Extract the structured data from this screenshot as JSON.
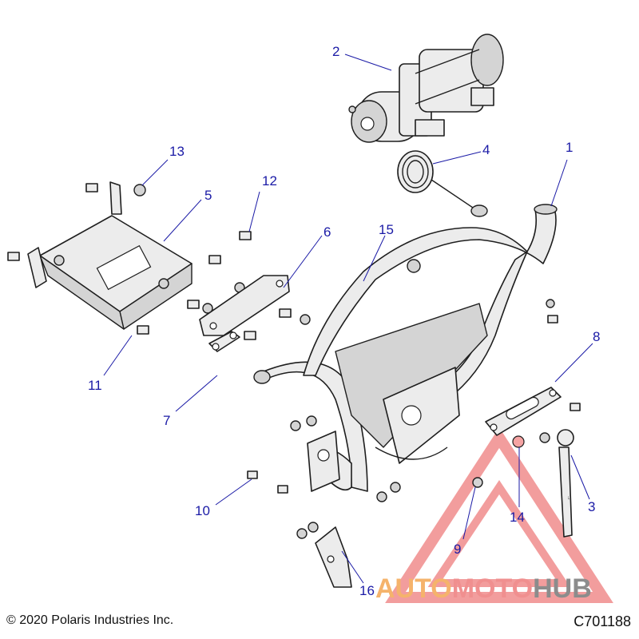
{
  "callouts": {
    "c1": "1",
    "c2": "2",
    "c3": "3",
    "c4": "4",
    "c5": "5",
    "c6": "6",
    "c7": "7",
    "c8": "8",
    "c9": "9",
    "c10": "10",
    "c11": "11",
    "c12": "12",
    "c13": "13",
    "c14": "14",
    "c15": "15",
    "c16": "16"
  },
  "watermark": {
    "text_a": "AUTO",
    "text_b": "MOTO",
    "text_c": "HUB",
    "color_a": "#f5b36b",
    "color_b": "#f08f8f",
    "color_c": "#8c8c8c"
  },
  "footer": {
    "copyright": "© 2020 Polaris Industries Inc.",
    "drawing_id": "C701188"
  },
  "colors": {
    "callout": "#1a1aa6",
    "part_fill": "#ececec",
    "outline": "#1e1e1e"
  }
}
